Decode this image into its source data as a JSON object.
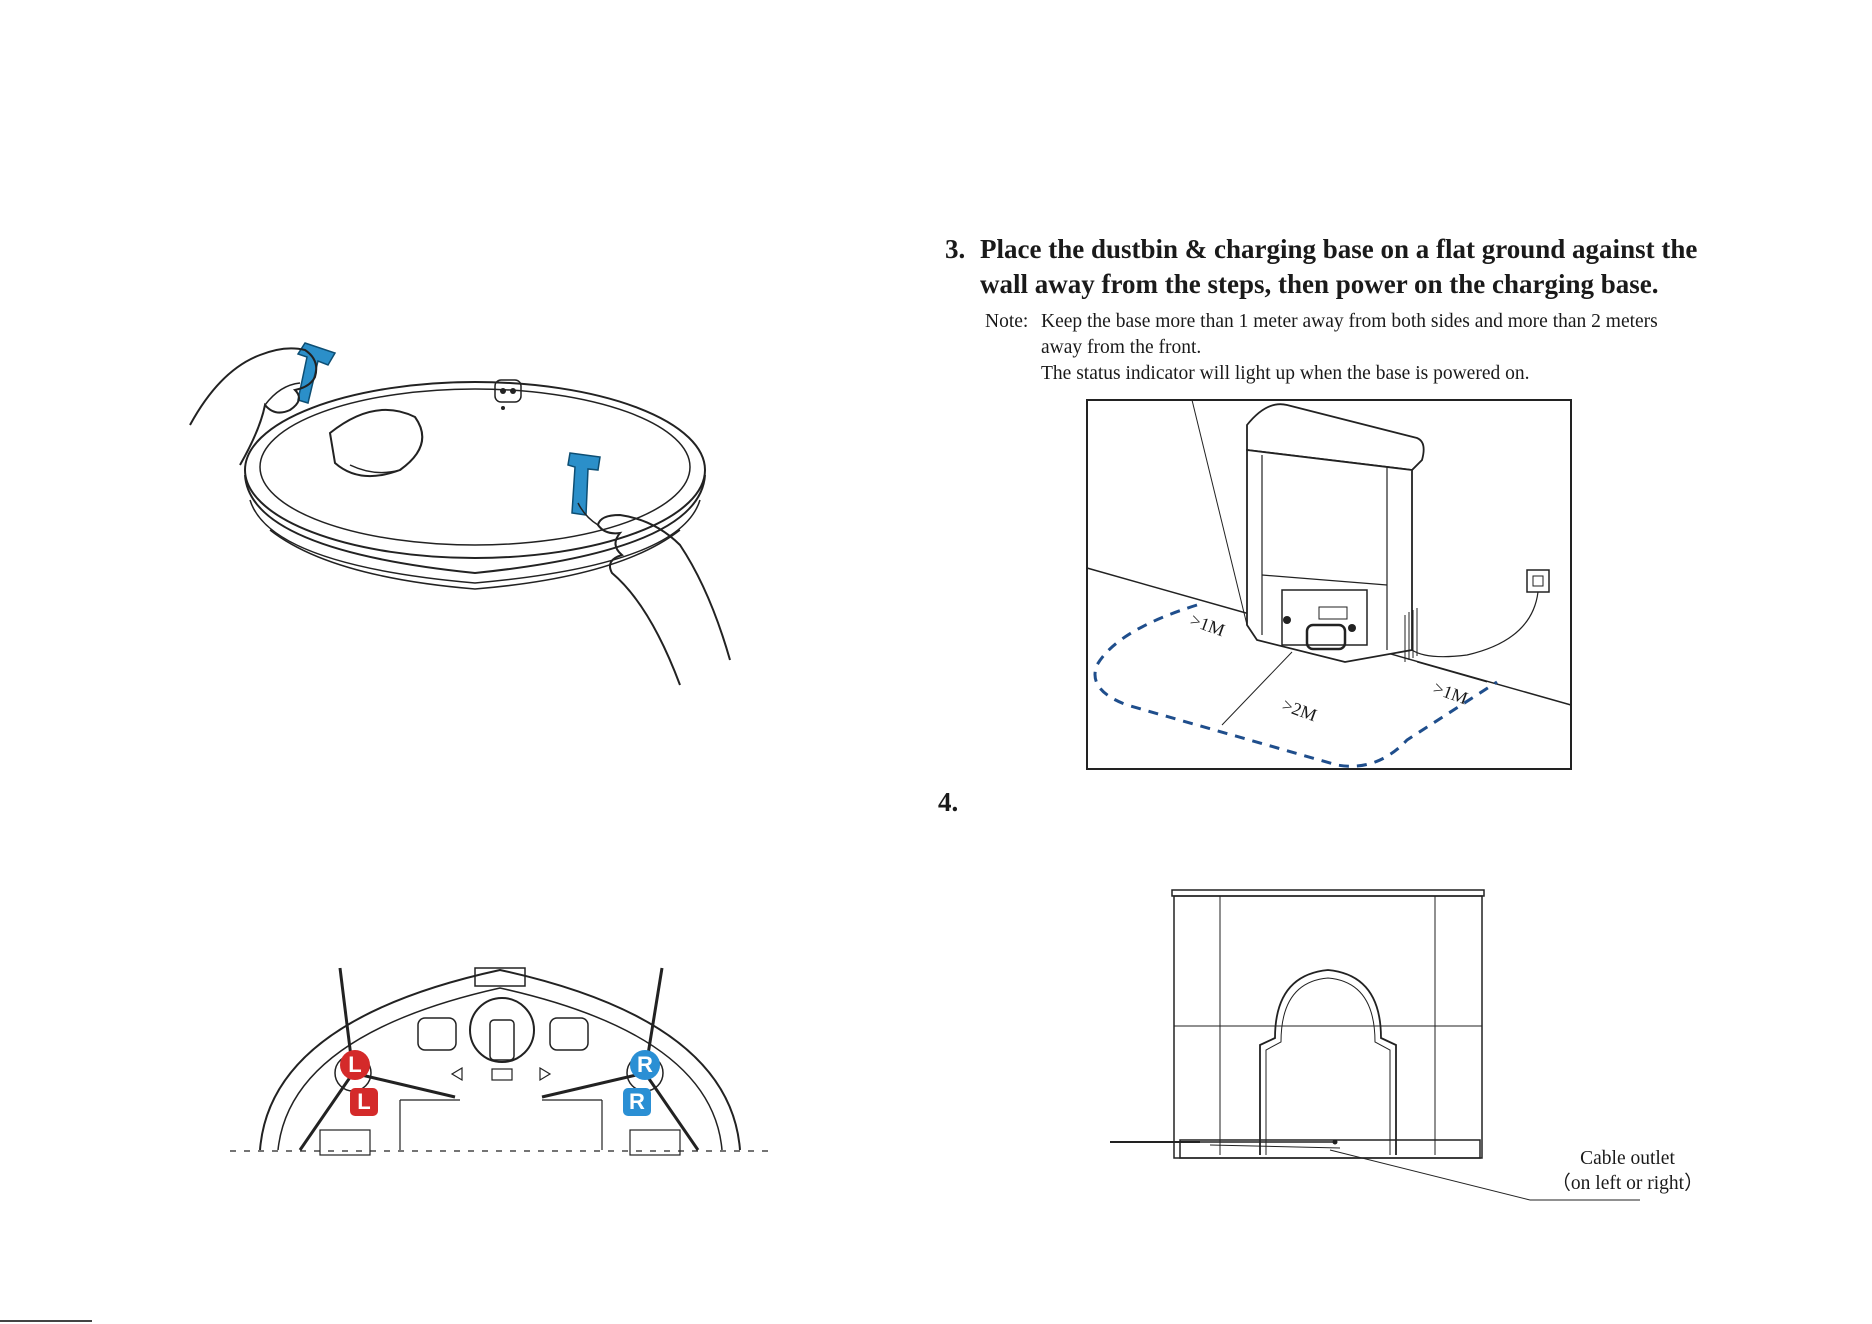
{
  "step3": {
    "number": "3.",
    "title_line1": "Place the dustbin & charging base on a flat ground against the",
    "title_line2": "wall away from the steps, then power on the charging base.",
    "note_label": "Note:",
    "note_line1": "Keep the base more than 1 meter away from both sides and more than 2 meters",
    "note_line2": "away from the front.",
    "note_line3": "The status indicator will light up when the base is powered on.",
    "diagram": {
      "left_clearance": ">1M",
      "right_clearance": ">1M",
      "front_clearance": ">2M",
      "clearance_color": "#1f4e8c"
    }
  },
  "step4": {
    "number": "4.",
    "cable_label_line1": "Cable outlet",
    "cable_label_line2": "（on left or right）"
  },
  "brush_labels": {
    "left": "L",
    "right": "R",
    "left_color": "#d42a2a",
    "right_color": "#2a8fd4"
  },
  "strip_color": "#2b8fc9"
}
